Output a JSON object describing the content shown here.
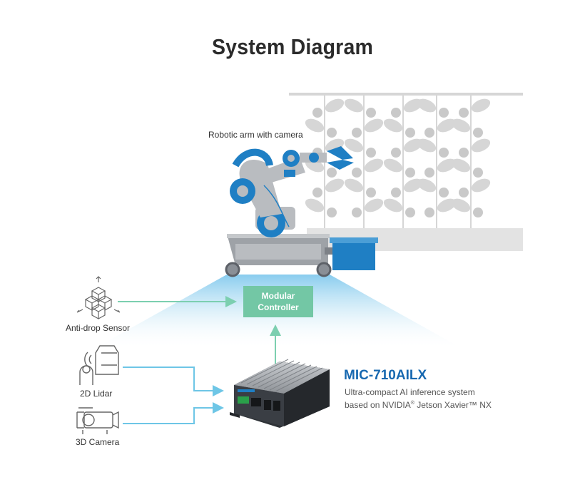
{
  "title": "System Diagram",
  "labels": {
    "robotic_arm": "Robotic arm with camera",
    "anti_drop_sensor": "Anti-drop Sensor",
    "lidar": "2D Lidar",
    "camera3d": "3D Camera"
  },
  "controller": {
    "line1": "Modular",
    "line2": "Controller"
  },
  "product": {
    "name": "MIC-710AILX",
    "desc_line1": "Ultra-compact AI inference system",
    "desc_line2_pre": "based on NVIDIA",
    "desc_line2_reg": "®",
    "desc_line2_post": " Jetson Xavier™ NX"
  },
  "colors": {
    "accent_blue": "#1768b0",
    "robot_blue": "#1f7fc4",
    "green_arrow": "#7ccfb0",
    "blue_arrow": "#6ec6e6",
    "controller_green": "#73c7a5",
    "plant_gray": "#d4d4d4"
  },
  "icons": [
    "cubes-icon",
    "lidar-icon",
    "camera-icon",
    "robot-arm-icon",
    "plant-rack-icon",
    "controller-device-icon"
  ]
}
